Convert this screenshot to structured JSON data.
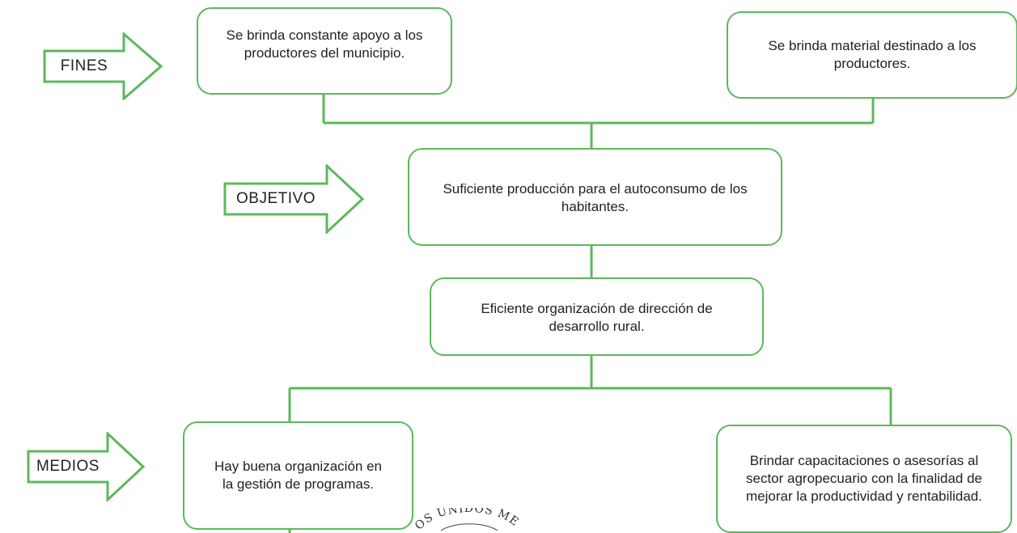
{
  "labels": {
    "fines": "FINES",
    "objetivo": "OBJETIVO",
    "medios": "MEDIOS"
  },
  "boxes": {
    "fin_1": "Se brinda constante apoyo a los productores del municipio.",
    "fin_2": "Se brinda material destinado a los productores.",
    "objetivo": "Suficiente producción para el autoconsumo de los habitantes.",
    "organizacion": "Eficiente organización de dirección de desarrollo rural.",
    "medio_1": "Hay buena organización en la gestión de programas.",
    "medio_2": "Brindar capacitaciones o asesorías al sector agropecuario con la finalidad de mejorar la productividad y rentabilidad."
  },
  "seal": {
    "text": "OS UNIDOS ME"
  },
  "colors": {
    "accent": "#5cb85c",
    "text": "#222222"
  }
}
